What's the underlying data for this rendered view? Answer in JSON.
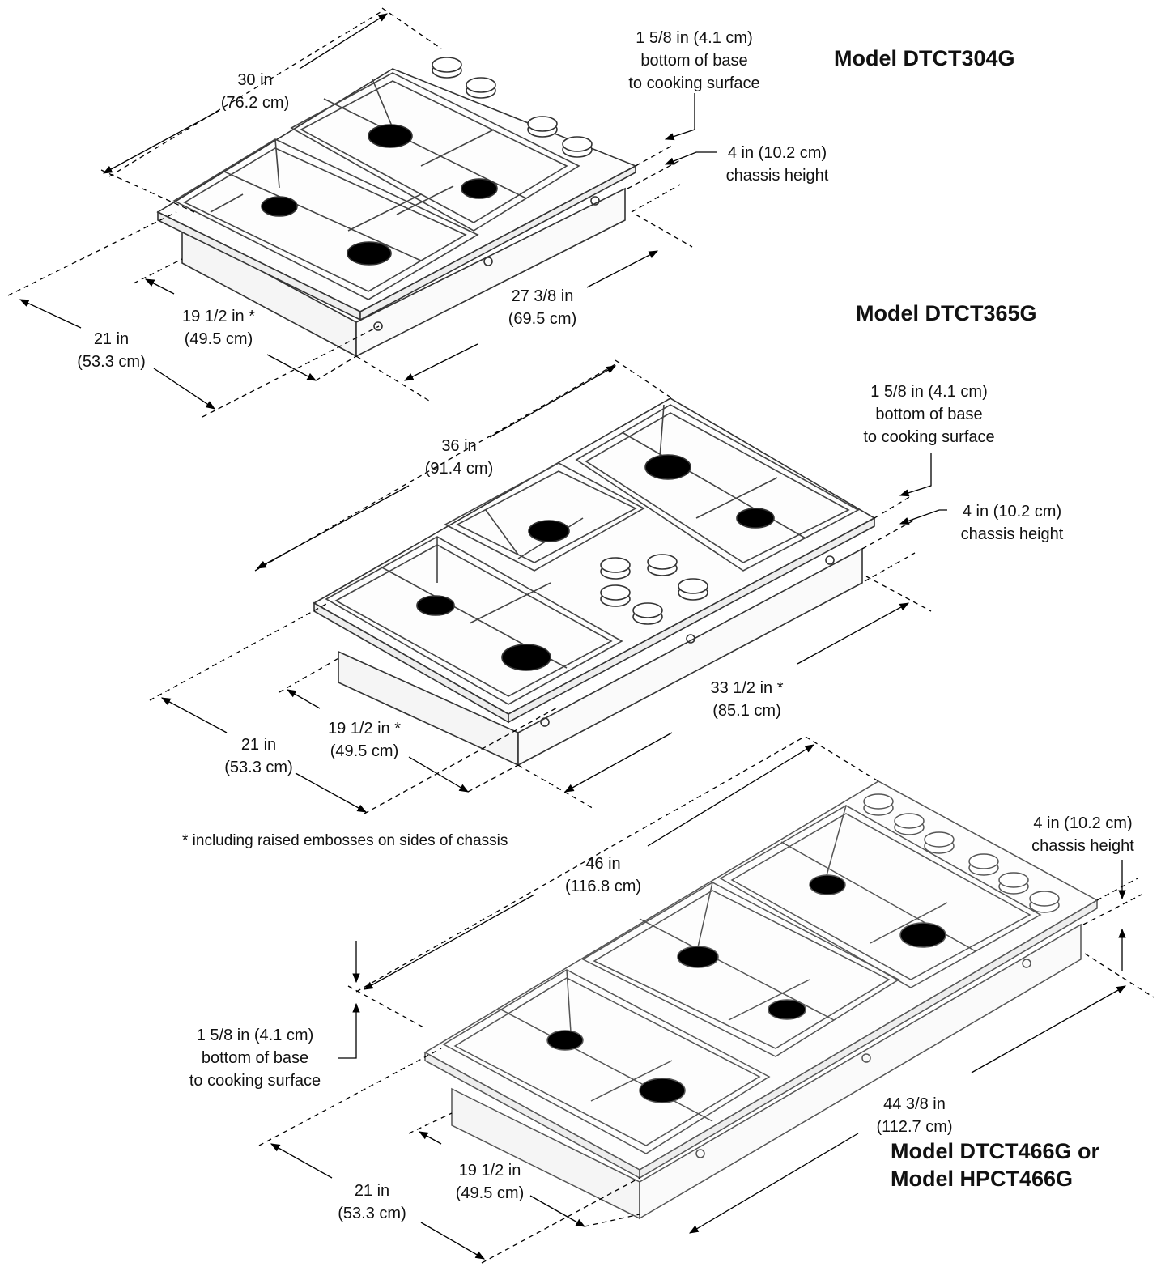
{
  "models": {
    "top": "Model DTCT304G",
    "middle": "Model DTCT365G",
    "bottom_line1": "Model DTCT466G or",
    "bottom_line2": "Model HPCT466G"
  },
  "top_cooktop": {
    "width": [
      "30 in",
      "(76.2 cm)"
    ],
    "base_to_surface": [
      "1 5/8 in (4.1 cm)",
      "bottom of base",
      "to cooking surface"
    ],
    "chassis_height": [
      "4 in (10.2 cm)",
      "chassis height"
    ],
    "chassis_width": [
      "27 3/8 in",
      "(69.5 cm)"
    ],
    "chassis_depth": [
      "19 1/2 in *",
      "(49.5 cm)"
    ],
    "depth": [
      "21 in",
      "(53.3 cm)"
    ]
  },
  "middle_cooktop": {
    "width": [
      "36 in",
      "(91.4 cm)"
    ],
    "base_to_surface": [
      "1 5/8 in (4.1 cm)",
      "bottom of base",
      "to cooking surface"
    ],
    "chassis_height": [
      "4 in (10.2 cm)",
      "chassis height"
    ],
    "chassis_width": [
      "33 1/2 in *",
      "(85.1 cm)"
    ],
    "chassis_depth": [
      "19 1/2 in *",
      "(49.5 cm)"
    ],
    "depth": [
      "21 in",
      "(53.3 cm)"
    ]
  },
  "footnote": "* including raised embosses on sides of chassis",
  "bottom_cooktop": {
    "width": [
      "46 in",
      "(116.8 cm)"
    ],
    "chassis_height": [
      "4 in (10.2 cm)",
      "chassis height"
    ],
    "base_to_surface": [
      "1 5/8 in (4.1 cm)",
      "bottom of base",
      "to cooking surface"
    ],
    "chassis_width": [
      "44 3/8 in",
      "(112.7 cm)"
    ],
    "chassis_depth": [
      "19 1/2 in",
      "(49.5 cm)"
    ],
    "depth": [
      "21 in",
      "(53.3 cm)"
    ]
  }
}
